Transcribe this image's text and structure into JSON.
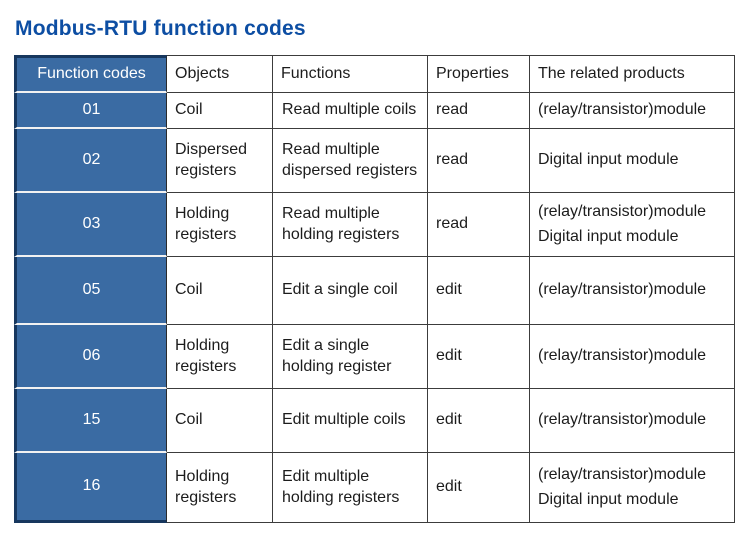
{
  "page": {
    "title": "Modbus-RTU function codes"
  },
  "colors": {
    "title_blue": "#0d4ea3",
    "cell_blue": "#3a6ba3",
    "navy_border": "#17375e",
    "grid_line": "#3c3c3c",
    "header_text_on_blue": "#ffffff",
    "body_text": "#1c1c1c"
  },
  "table": {
    "headers": [
      "Function codes",
      "Objects",
      "Functions",
      "Properties",
      "The related products"
    ],
    "rows": [
      {
        "code": "01",
        "object": "Coil",
        "function": "Read multiple coils",
        "property": "read",
        "products": [
          "(relay/transistor)module"
        ]
      },
      {
        "code": "02",
        "object": "Dispersed registers",
        "function": "Read multiple dispersed registers",
        "property": "read",
        "products": [
          "Digital input module"
        ]
      },
      {
        "code": "03",
        "object": "Holding registers",
        "function": "Read multiple holding registers",
        "property": "read",
        "products": [
          "(relay/transistor)module",
          "Digital input module"
        ]
      },
      {
        "code": "05",
        "object": "Coil",
        "function": "Edit a single coil",
        "property": "edit",
        "products": [
          "(relay/transistor)module"
        ]
      },
      {
        "code": "06",
        "object": "Holding registers",
        "function": "Edit a single holding register",
        "property": "edit",
        "products": [
          "(relay/transistor)module"
        ]
      },
      {
        "code": "15",
        "object": "Coil",
        "function": "Edit multiple coils",
        "property": "edit",
        "products": [
          "(relay/transistor)module"
        ]
      },
      {
        "code": "16",
        "object": "Holding registers",
        "function": "Edit multiple holding registers",
        "property": "edit",
        "products": [
          "(relay/transistor)module",
          "Digital input module"
        ]
      }
    ]
  }
}
